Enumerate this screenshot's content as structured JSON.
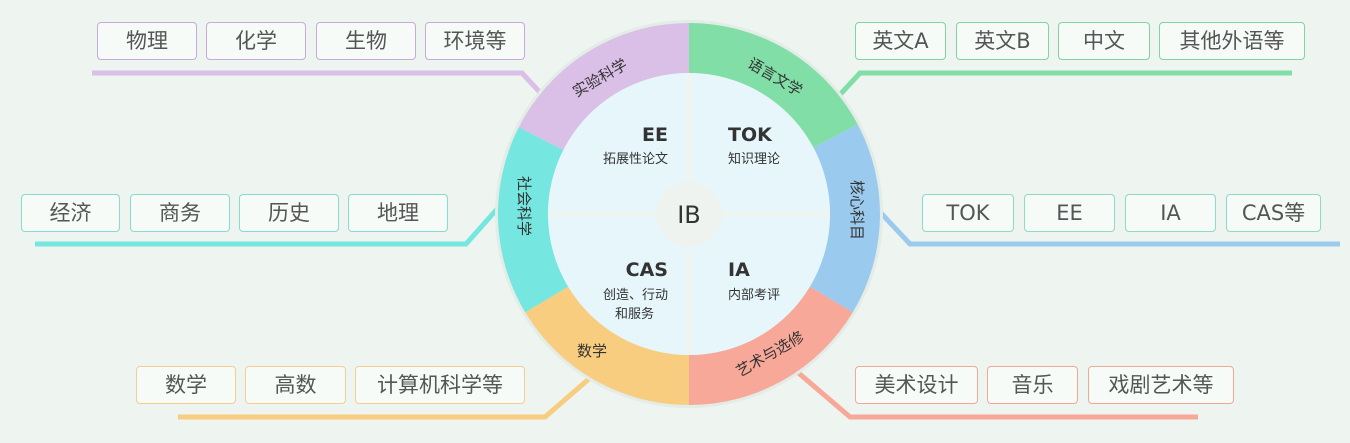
{
  "center_label": "IB",
  "inner": {
    "ee": {
      "title": "EE",
      "sub": "拓展性论文"
    },
    "tok": {
      "title": "TOK",
      "sub": "知识理论"
    },
    "cas": {
      "title": "CAS",
      "sub1": "创造、行动",
      "sub2": "和服务"
    },
    "ia": {
      "title": "IA",
      "sub": "内部考评"
    }
  },
  "groups": {
    "science": {
      "label": "实验科学",
      "color": "#dabfe7",
      "border": "#c9a8dc",
      "items": [
        "物理",
        "化学",
        "生物",
        "环境等"
      ]
    },
    "language": {
      "label": "语言文学",
      "color": "#80dea6",
      "border": "#7fd4a0",
      "items": [
        "英文A",
        "英文B",
        "中文",
        "其他外语等"
      ]
    },
    "social": {
      "label": "社会科学",
      "color": "#75e6e0",
      "border": "#86dccf",
      "items": [
        "经济",
        "商务",
        "历史",
        "地理"
      ]
    },
    "core": {
      "label": "核心科目",
      "color": "#9acbee",
      "border": "#8ed8cc",
      "items": [
        "TOK",
        "EE",
        "IA",
        "CAS等"
      ]
    },
    "math": {
      "label": "数学",
      "color": "#f9cd80",
      "border": "#f2cf90",
      "items": [
        "数学",
        "高数",
        "计算机科学等"
      ]
    },
    "arts": {
      "label": "艺术与选修",
      "color": "#f7a898",
      "border": "#f0a898",
      "items": [
        "美术设计",
        "音乐",
        "戏剧艺术等"
      ]
    }
  }
}
